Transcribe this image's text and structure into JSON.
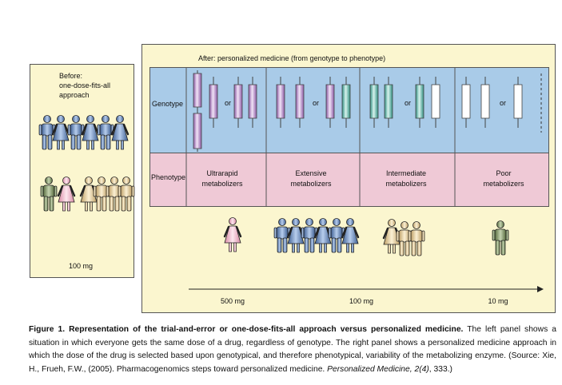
{
  "left_panel": {
    "line1": "Before:",
    "line2": "one-dose-fits-all",
    "line3": "approach",
    "dose": "100 mg"
  },
  "right_panel": {
    "title": "After: personalized medicine (from genotype to phenotype)",
    "genotype_label": "Genotype",
    "phenotype_label": "Phenotype",
    "or_label": "or",
    "phenotypes": [
      {
        "line1": "Ultrarapid",
        "line2": "metabolizers"
      },
      {
        "line1": "Extensive",
        "line2": "metabolizers"
      },
      {
        "line1": "Intermediate",
        "line2": "metabolizers"
      },
      {
        "line1": "Poor",
        "line2": "metabolizers"
      }
    ],
    "doses": [
      "500 mg",
      "100 mg",
      "10 mg"
    ]
  },
  "caption": {
    "bold": "Figure 1. Representation of the trial-and-error or one-dose-fits-all approach versus personalized medicine.",
    "text1": " The left panel shows a situation in which everyone gets the same dose of a drug, regardless of genotype. The right panel shows a personalized medicine approach in which the dose of the drug is selected based upon genotypical, and therefore phenotypical, variability of the metabolizing enzyme. (Source: Xie, H., Frueh, F.W., (2005). Pharmacogenomics steps toward personalized medicine. ",
    "journal": "Personalized Medicine, 2(4)",
    "text2": ", 333.)"
  },
  "colors": {
    "panel_bg": "#fbf6cf",
    "genotype_bg": "#a9cbe8",
    "phenotype_bg": "#efc9d6",
    "purple_allele": "#c7a2d8",
    "teal_allele": "#6fc6b4",
    "blue_person": "#7b9fce",
    "pink_person": "#f3c3d3",
    "olive_person": "#93a778",
    "tan_person": "#e8d4a4"
  }
}
